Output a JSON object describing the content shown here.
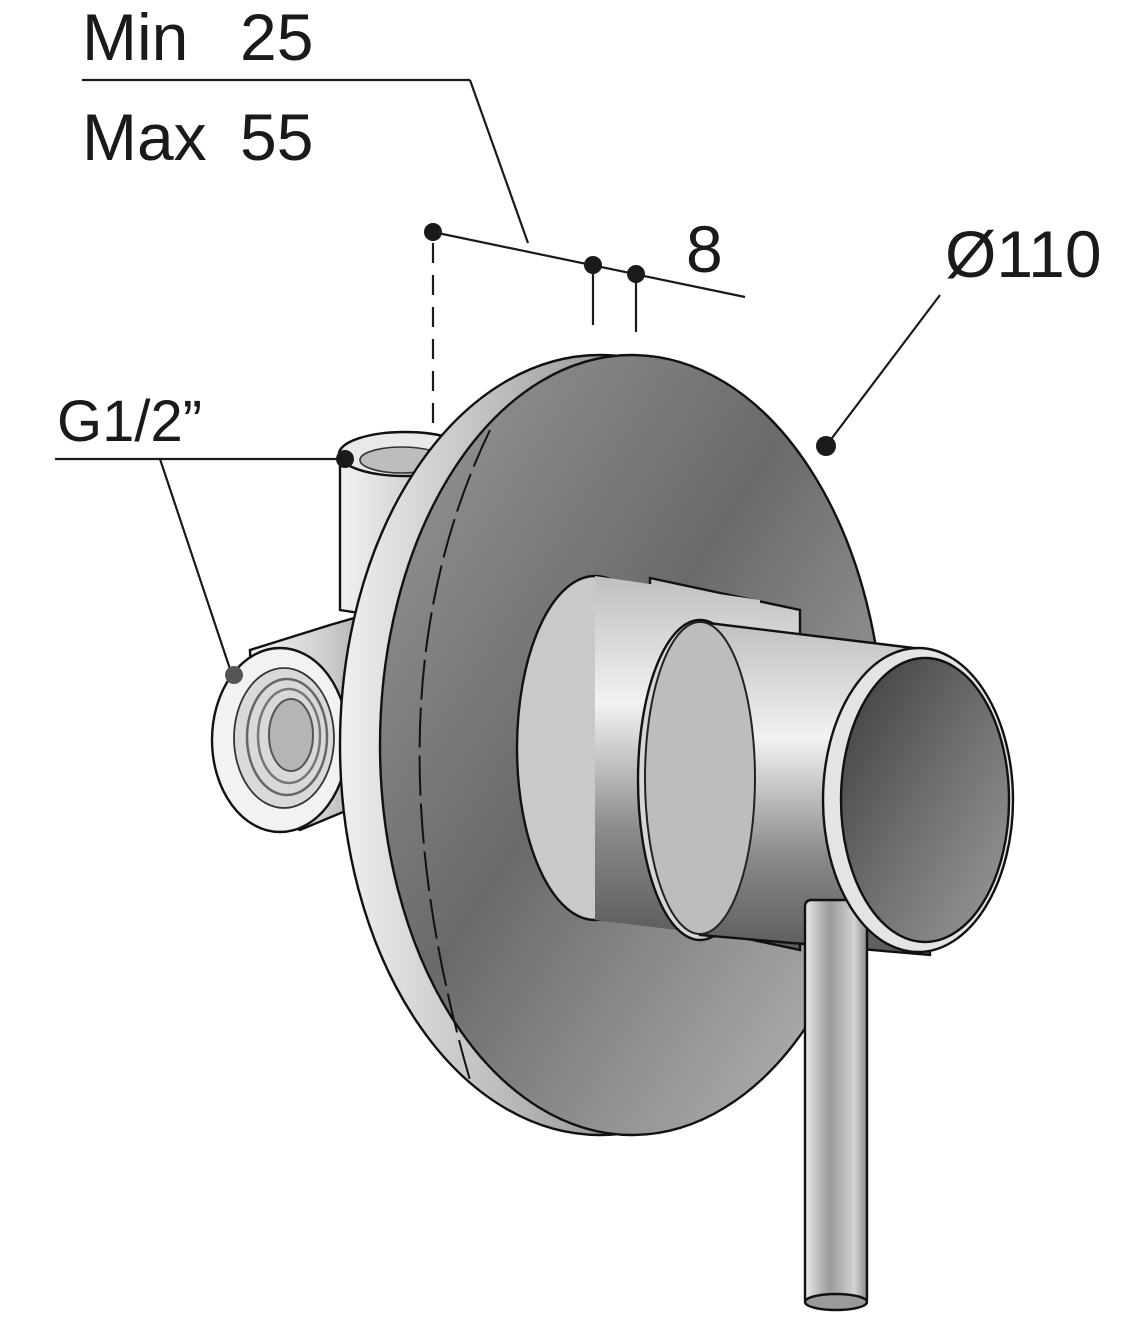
{
  "dimensions": {
    "min_label": "Min",
    "min_value": "25",
    "max_label": "Max",
    "max_value": "55",
    "plate_thickness": "8",
    "plate_diameter": "Ø110",
    "thread_size": "G1/2”"
  },
  "colors": {
    "line": "#1a1a1a",
    "metal_dark": "#4a4a4a",
    "metal_mid": "#8c8c8c",
    "metal_light": "#e6e6e6"
  }
}
